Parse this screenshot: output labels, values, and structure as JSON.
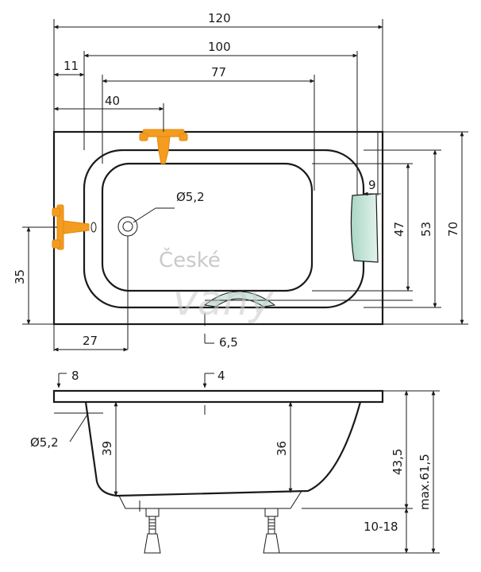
{
  "top_view": {
    "dims": {
      "overall_length": "120",
      "inner_length": "100",
      "bottom_length": "77",
      "offset_left": "11",
      "tap_position": "40",
      "drain_position": "27",
      "drain_height": "35",
      "rim_width": "9",
      "inner_width": "47",
      "mid_width": "53",
      "overall_width": "70",
      "edge_offset": "6,5",
      "drain_diameter": "Ø5,2"
    }
  },
  "side_view": {
    "dims": {
      "rim_left": "8",
      "rim_top": "4",
      "overflow_diameter": "Ø5,2",
      "depth_outer": "39",
      "depth_inner": "36",
      "height": "43,5",
      "max_height": "max.61,5",
      "leg_adjust": "10-18"
    }
  },
  "watermark": {
    "line1": "České",
    "line2": "vany"
  },
  "colors": {
    "fitting": "#f39c1f",
    "headrest": "#cfe9df",
    "line": "#1a1a1a"
  }
}
